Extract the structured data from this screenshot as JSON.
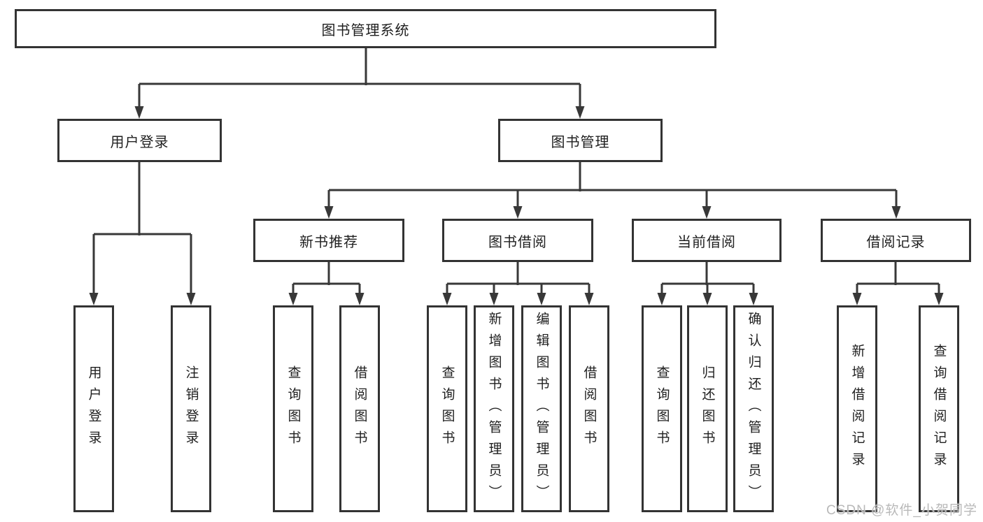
{
  "page": {
    "watermark": "CSDN @软件_小贺同学"
  },
  "diagram": {
    "root": {
      "label": "图书管理系统"
    },
    "branches": [
      {
        "label": "用户登录",
        "leaves": [
          "用户登录",
          "注销登录"
        ]
      },
      {
        "label": "图书管理",
        "children": [
          {
            "label": "新书推荐",
            "leaves": [
              "查询图书",
              "借阅图书"
            ]
          },
          {
            "label": "图书借阅",
            "leaves": [
              "查询图书",
              "新增图书（管理员）",
              "编辑图书（管理员）",
              "借阅图书"
            ]
          },
          {
            "label": "当前借阅",
            "leaves": [
              "查询图书",
              "归还图书",
              "确认归还（管理员）"
            ]
          },
          {
            "label": "借阅记录",
            "leaves": [
              "新增借阅记录",
              "查询借阅记录"
            ]
          }
        ]
      }
    ],
    "colors": {
      "line": "#383838",
      "border": "#333333",
      "text": "#1f1f1f",
      "watermark": "#b9b9b9",
      "background": "#ffffff"
    }
  }
}
